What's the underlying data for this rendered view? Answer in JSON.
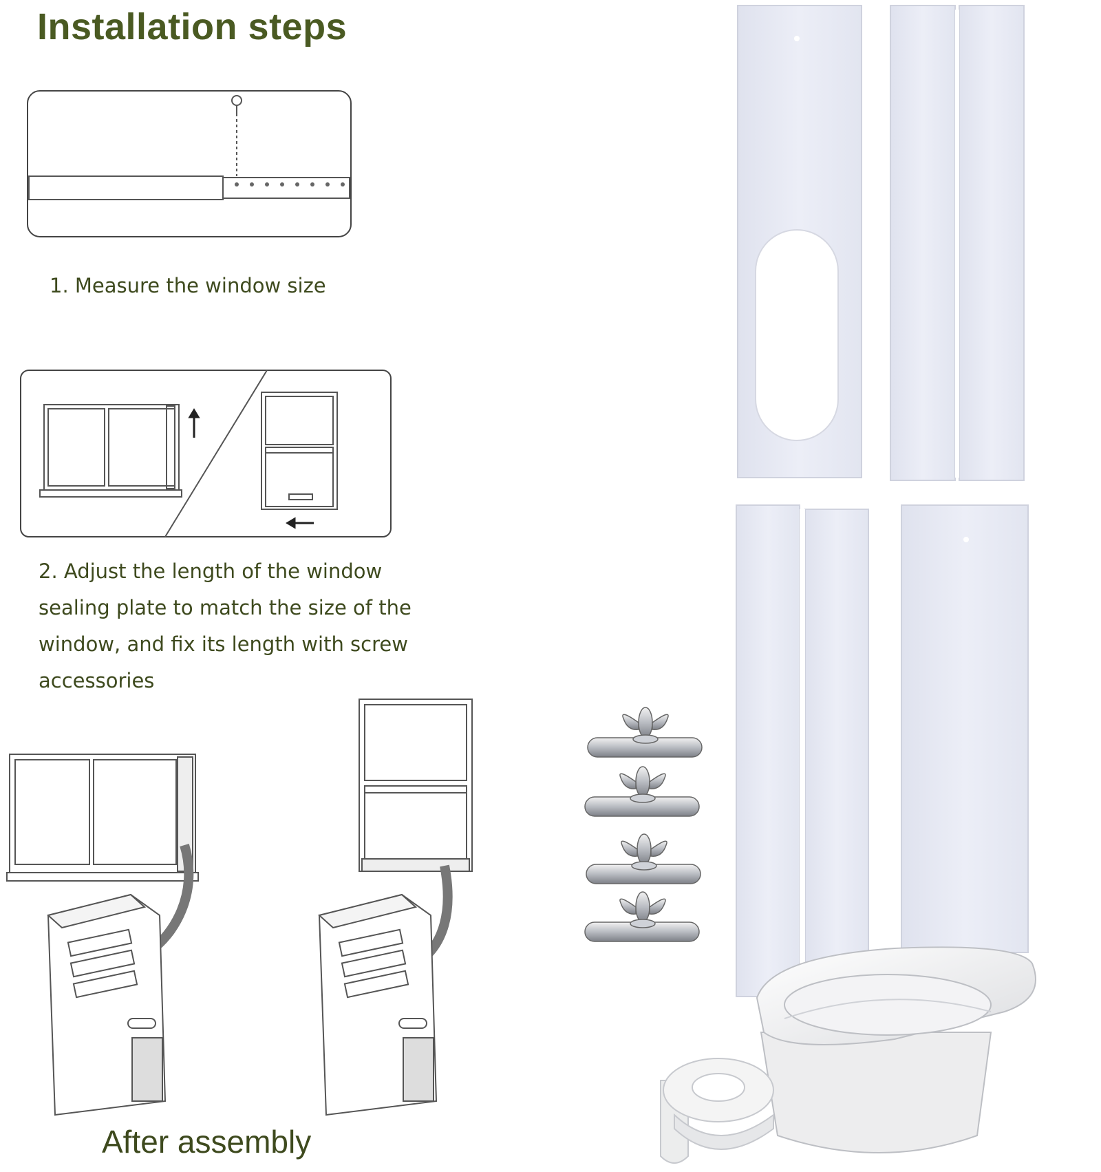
{
  "title": "Installation steps",
  "steps": [
    {
      "text": "1. Measure the window size"
    },
    {
      "text": "2. Adjust the length of the window sealing plate to match the size of the window, and fix its length with screw accessories"
    }
  ],
  "caption": "After assembly",
  "icons": [
    "screw-icon",
    "arrow-up-icon",
    "arrow-left-icon"
  ],
  "colors": {
    "heading": "#4a5a22",
    "body_text": "#3e4a1e",
    "panel": "#eaecf6"
  }
}
